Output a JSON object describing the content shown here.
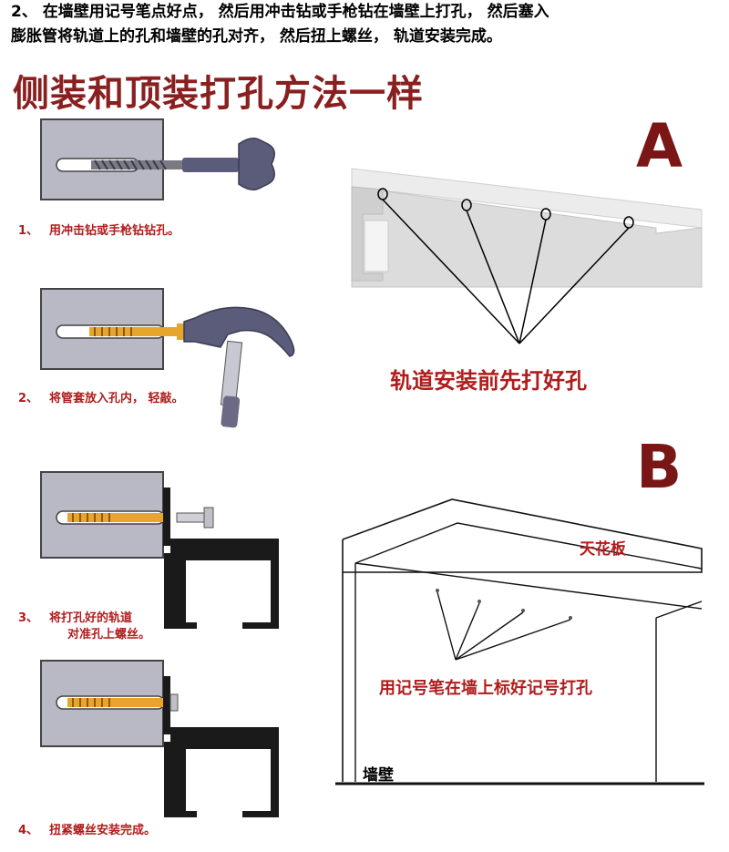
{
  "intro": {
    "line1": "2、  在墙壁用记号笔点好点， 然后用冲击钻或手枪钻在墙壁上打孔， 然后塞入",
    "line2": "膨胀管将轨道上的孔和墙壁的孔对齐， 然后扭上螺丝， 轨道安装完成。"
  },
  "heading": "侧装和顶装打孔方法一样",
  "steps": [
    {
      "num": "1、",
      "text": "用冲击钻或手枪钻钻孔。"
    },
    {
      "num": "2、",
      "text": "将管套放入孔内， 轻敲。"
    },
    {
      "num": "3、",
      "text": "将打孔好的轨道",
      "text2": "对准孔上螺丝。"
    },
    {
      "num": "4、",
      "text": "扭紧螺丝安装完成。"
    }
  ],
  "section_a": {
    "letter": "A",
    "caption": "轨道安装前先打好孔"
  },
  "section_b": {
    "letter": "B",
    "ceiling_label": "天花板",
    "mark_caption": "用记号笔在墙上标好记号打孔",
    "wall_label": "墙壁"
  },
  "colors": {
    "heading": "#8a1f1f",
    "step_text": "#b01c1c",
    "wall_block": "#b9b9c6",
    "anchor": "#e8a52c",
    "rail": "#1a1a1a"
  }
}
